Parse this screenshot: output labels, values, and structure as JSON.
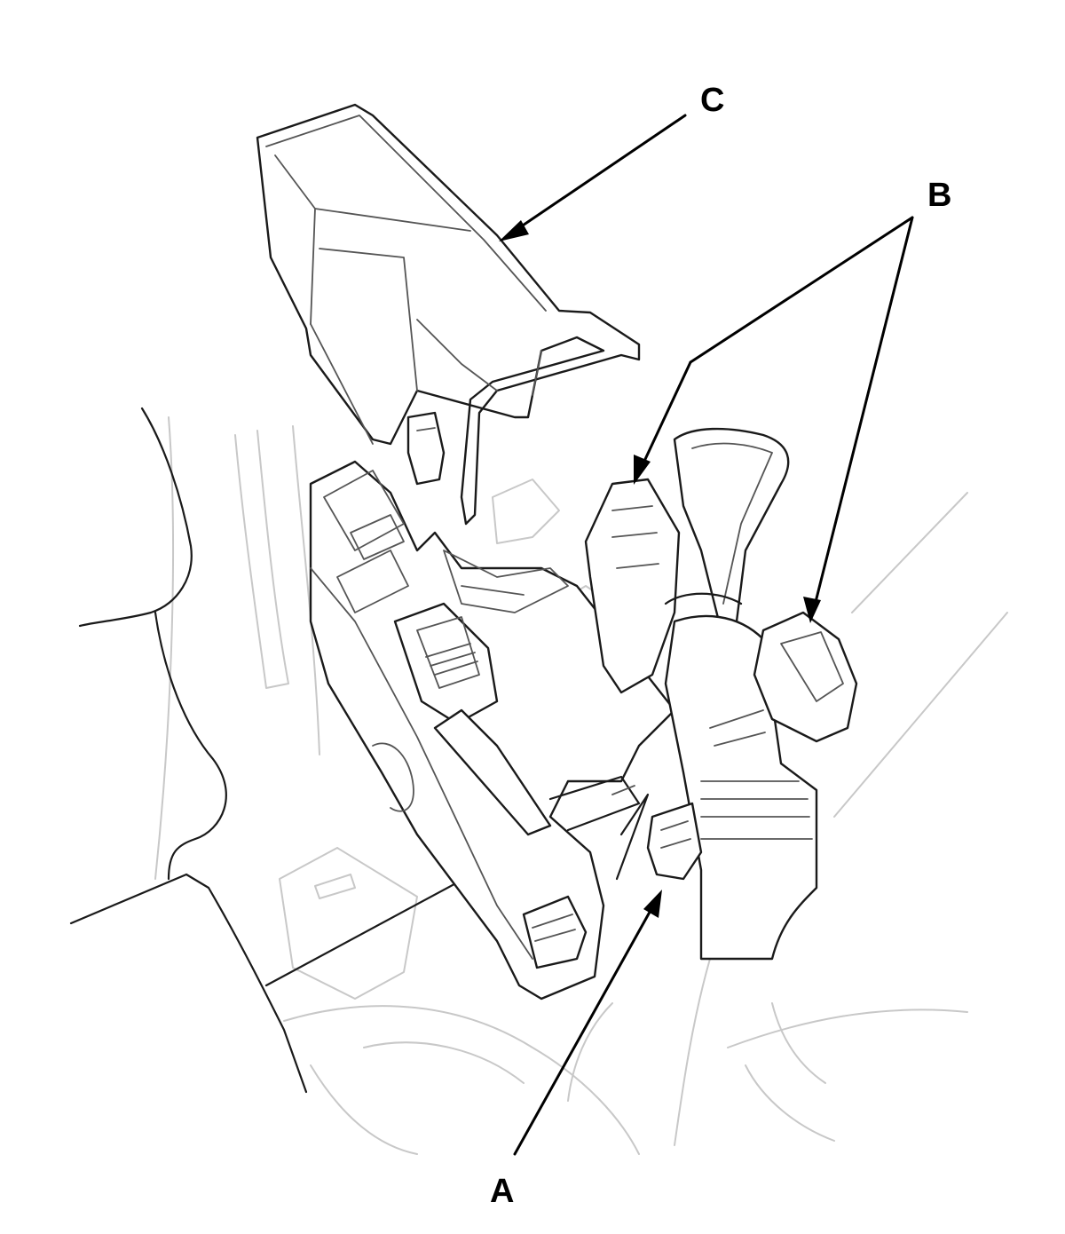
{
  "callouts": {
    "a": {
      "label": "A"
    },
    "b": {
      "label": "B"
    },
    "c": {
      "label": "C"
    }
  },
  "colors": {
    "ink": "#000000",
    "background": "#ffffff",
    "faint_line": "#c8c8c8"
  }
}
